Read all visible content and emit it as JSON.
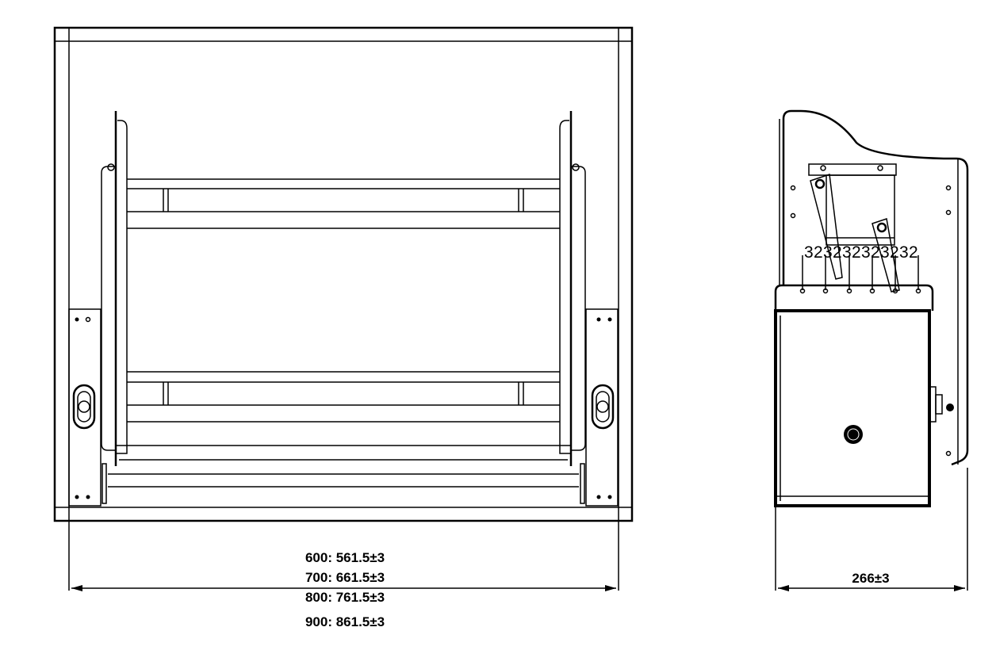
{
  "front_view": {
    "width_dimensions": [
      "600: 561.5±3",
      "700: 661.5±3",
      "800: 761.5±3",
      "900: 861.5±3"
    ]
  },
  "side_view": {
    "depth_dimension": "266±3",
    "hole_pitch_labels": [
      "3",
      "2",
      "3",
      "2",
      "3",
      "2",
      "3",
      "2",
      "3",
      "2",
      "3",
      "2"
    ]
  }
}
